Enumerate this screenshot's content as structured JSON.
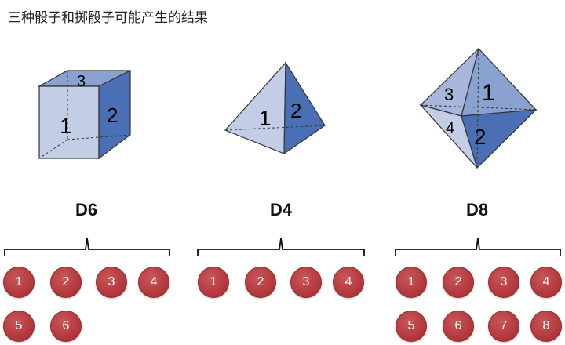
{
  "title": "三种骰子和掷骰子可能产生的结果",
  "dice": [
    {
      "name": "D6",
      "faces_visible": [
        "1",
        "2",
        "3"
      ],
      "outcomes": [
        "1",
        "2",
        "3",
        "4",
        "5",
        "6"
      ]
    },
    {
      "name": "D4",
      "faces_visible": [
        "1",
        "2"
      ],
      "outcomes": [
        "1",
        "2",
        "3",
        "4"
      ]
    },
    {
      "name": "D8",
      "faces_visible": [
        "1",
        "2",
        "3",
        "4"
      ],
      "outcomes": [
        "1",
        "2",
        "3",
        "4",
        "5",
        "6",
        "7",
        "8"
      ]
    }
  ],
  "colors": {
    "face_light": "#c4cde6",
    "face_mid": "#8aa2d0",
    "face_dark": "#4a6fb4",
    "outcome_circle": "#b4393d"
  }
}
